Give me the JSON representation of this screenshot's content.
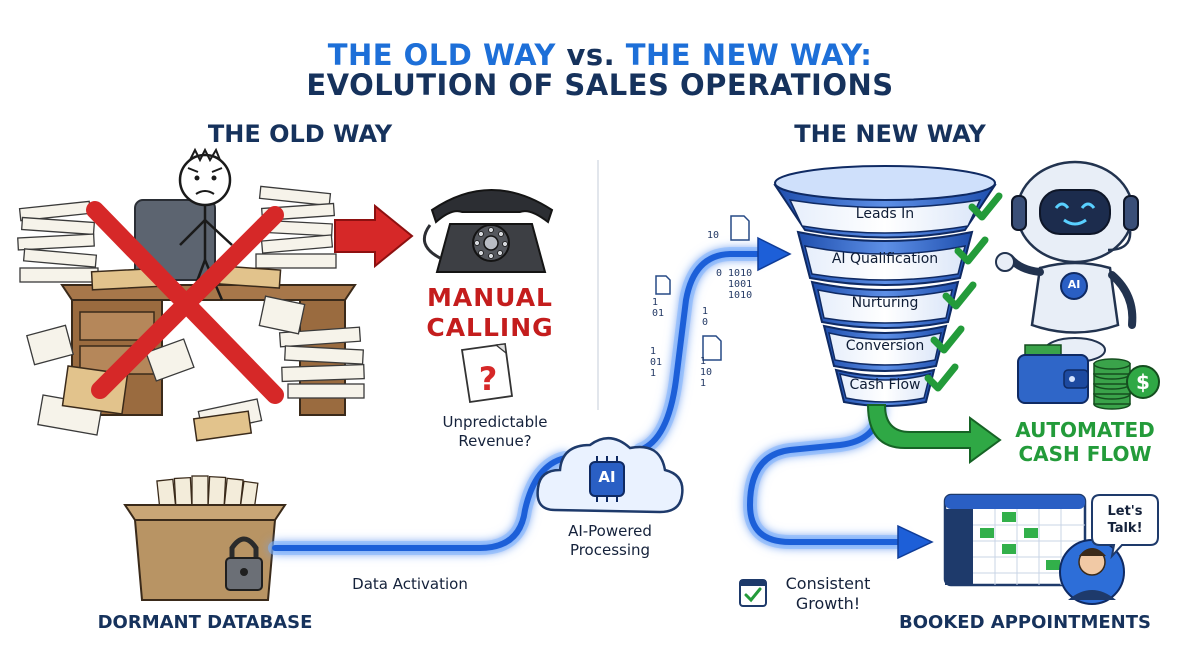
{
  "title": {
    "line1_part1": "THE OLD WAY",
    "line1_part2": "vs.",
    "line1_part3": "THE NEW WAY:",
    "line2": "EVOLUTION OF SALES OPERATIONS"
  },
  "old_way": {
    "heading": "THE OLD WAY",
    "manual_calling": [
      "MANUAL",
      "CALLING"
    ],
    "unpredictable": [
      "Unpredictable",
      "Revenue?"
    ],
    "dormant_database": "DORMANT DATABASE"
  },
  "pipeline": {
    "data_activation": "Data Activation",
    "cloud_chip": "AI",
    "ai_processing": [
      "AI-Powered",
      "Processing"
    ],
    "bits_1": "10",
    "bits_2": "0 1010\n  1001\n  1010",
    "bits_3": "1\n01",
    "bits_4": "1\n0",
    "bits_5": "1\n01\n1",
    "bits_6": "1\n10\n1"
  },
  "new_way": {
    "heading": "THE NEW WAY",
    "funnel_stages": [
      "Leads In",
      "AI Qualification",
      "Nurturing",
      "Conversion",
      "Cash Flow"
    ],
    "robot_badge": "AI",
    "automated_cash_flow": [
      "AUTOMATED",
      "CASH FLOW"
    ],
    "consistent_growth": [
      "Consistent",
      "Growth!"
    ],
    "speech_bubble": [
      "Let's",
      "Talk!"
    ],
    "booked_appointments": "BOOKED APPOINTMENTS"
  },
  "colors": {
    "navy": "#16325c",
    "blue_accent": "#1d6fd8",
    "pipe_glow": "#3f8cff",
    "red": "#c41d1d",
    "green": "#239b3a",
    "funnel_blue": "#2a5fc4"
  },
  "icons": [
    "x-mark-icon",
    "arrow-right-icon",
    "telephone-icon",
    "question-document-icon",
    "file-box-icon",
    "padlock-icon",
    "cloud-ai-icon",
    "document-icon",
    "funnel-icon",
    "checkmark-icon",
    "robot-icon",
    "wallet-icon",
    "money-stack-icon",
    "calendar-icon",
    "person-icon",
    "speech-bubble-icon"
  ]
}
